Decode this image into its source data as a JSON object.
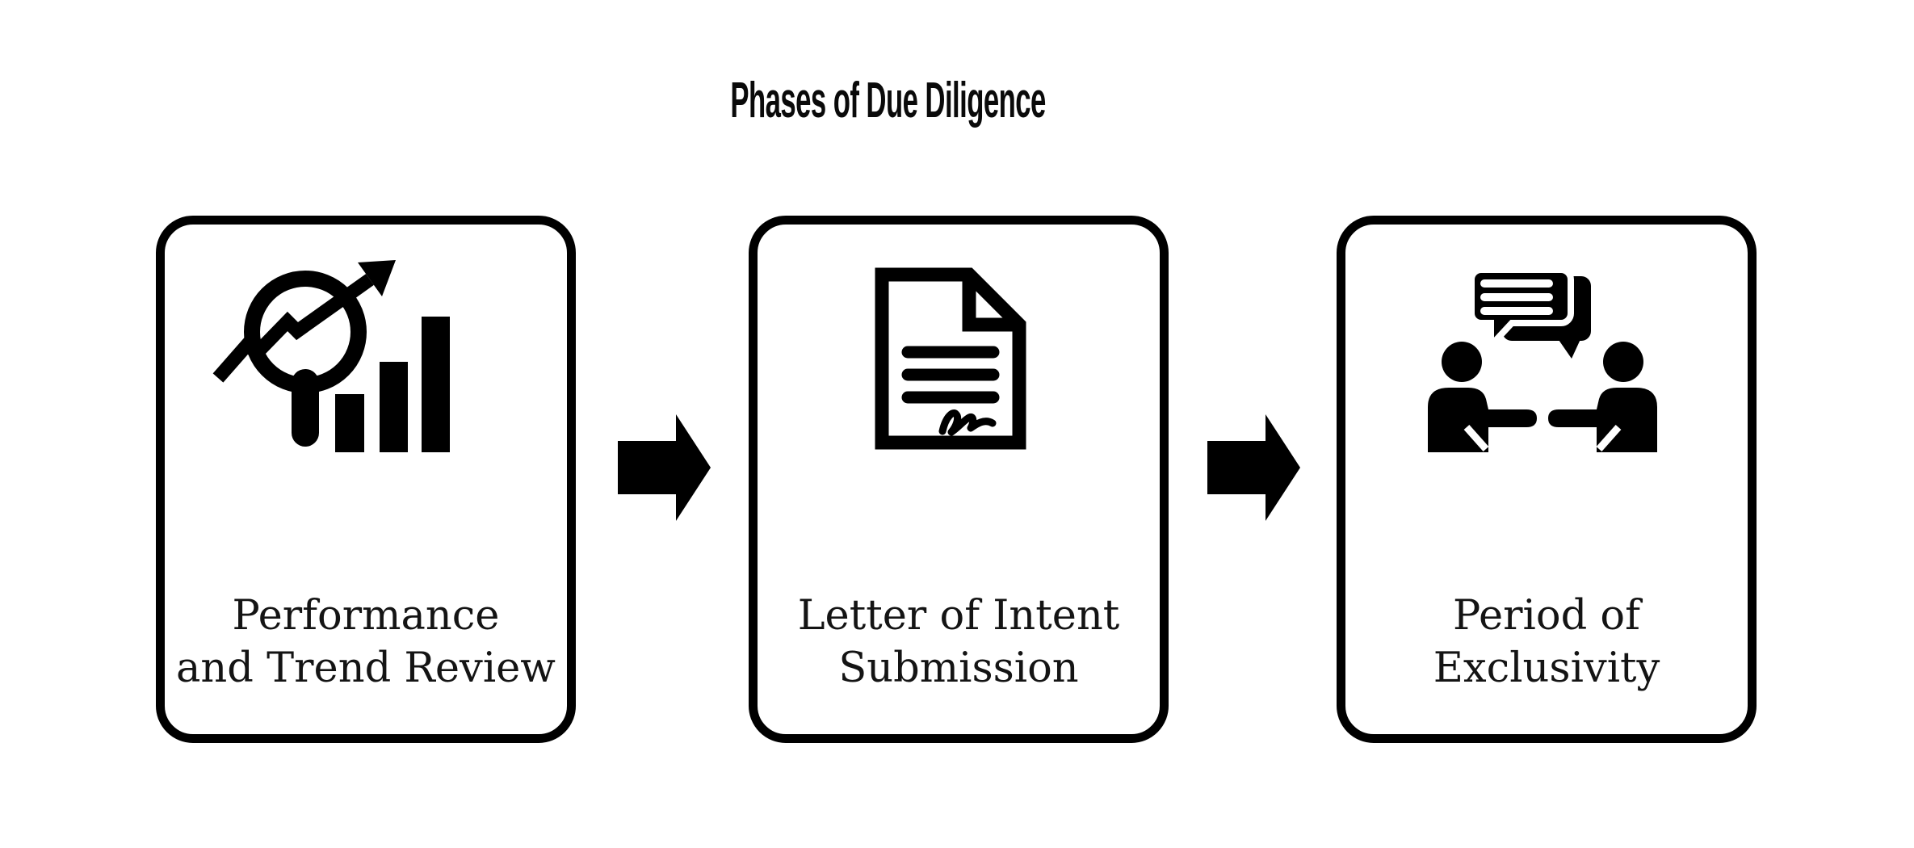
{
  "title": "Phases of Due Diligence",
  "colors": {
    "foreground": "#000000",
    "background": "#ffffff",
    "label_text": "#141414"
  },
  "phases": [
    {
      "id": "performance-trend-review",
      "icon": "magnifier-trend-chart-icon",
      "line1": "Performance",
      "line2": "and Trend Review"
    },
    {
      "id": "letter-of-intent-submission",
      "icon": "signed-document-icon",
      "line1": "Letter of Intent",
      "line2": "Submission"
    },
    {
      "id": "period-of-exclusivity",
      "icon": "two-people-conversation-icon",
      "line1": "Period of",
      "line2": "Exclusivity"
    }
  ],
  "connectors": [
    {
      "icon": "right-block-arrow-icon"
    },
    {
      "icon": "right-block-arrow-icon"
    }
  ]
}
